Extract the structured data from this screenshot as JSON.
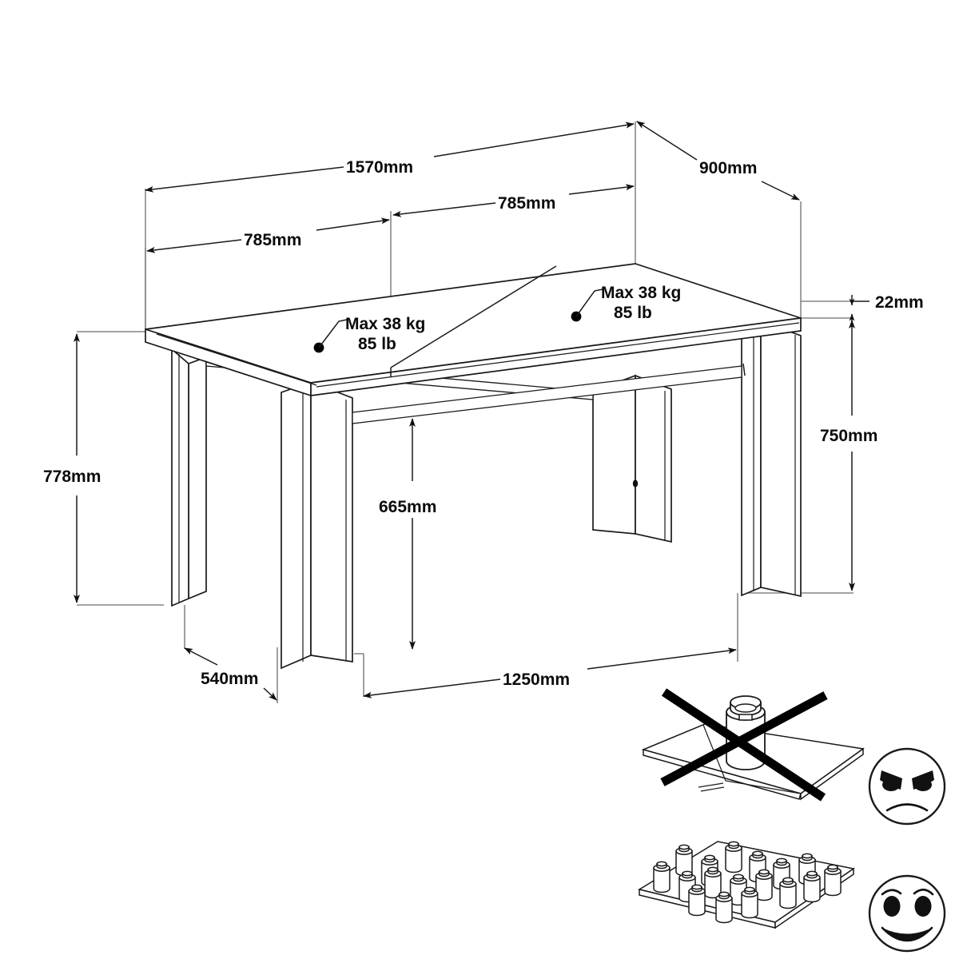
{
  "drawing": {
    "title": "Extendable dining table dimensioned assembly drawing",
    "units_note": "mm"
  },
  "dimensions": {
    "overall_length": "1570mm",
    "half_length_left": "785mm",
    "half_length_right": "785mm",
    "depth": "900mm",
    "top_thickness": "22mm",
    "overall_height": "778mm",
    "top_surface_height": "750mm",
    "clearance_height": "665mm",
    "leg_span_length": "1250mm",
    "leg_span_depth": "540mm"
  },
  "load_labels": [
    {
      "id": "left-half",
      "line1": "Max 38 kg",
      "line2": "85 lb"
    },
    {
      "id": "right-half",
      "line1": "Max 38 kg",
      "line2": "85 lb"
    }
  ],
  "pictograms": [
    {
      "id": "concentrated-load",
      "name": "single-heavy-weight-on-panel",
      "verdict": "not-allowed",
      "crossed_out": true,
      "face": "angry"
    },
    {
      "id": "distributed-load",
      "name": "many-small-weights-on-panel",
      "verdict": "allowed",
      "crossed_out": false,
      "face": "happy",
      "weight_count": 17
    }
  ],
  "colors": {
    "line": "#1a1a1a",
    "extension_line": "#6d6d6d",
    "text": "#0b0b0b",
    "background": "#ffffff",
    "cross": "#000000"
  }
}
